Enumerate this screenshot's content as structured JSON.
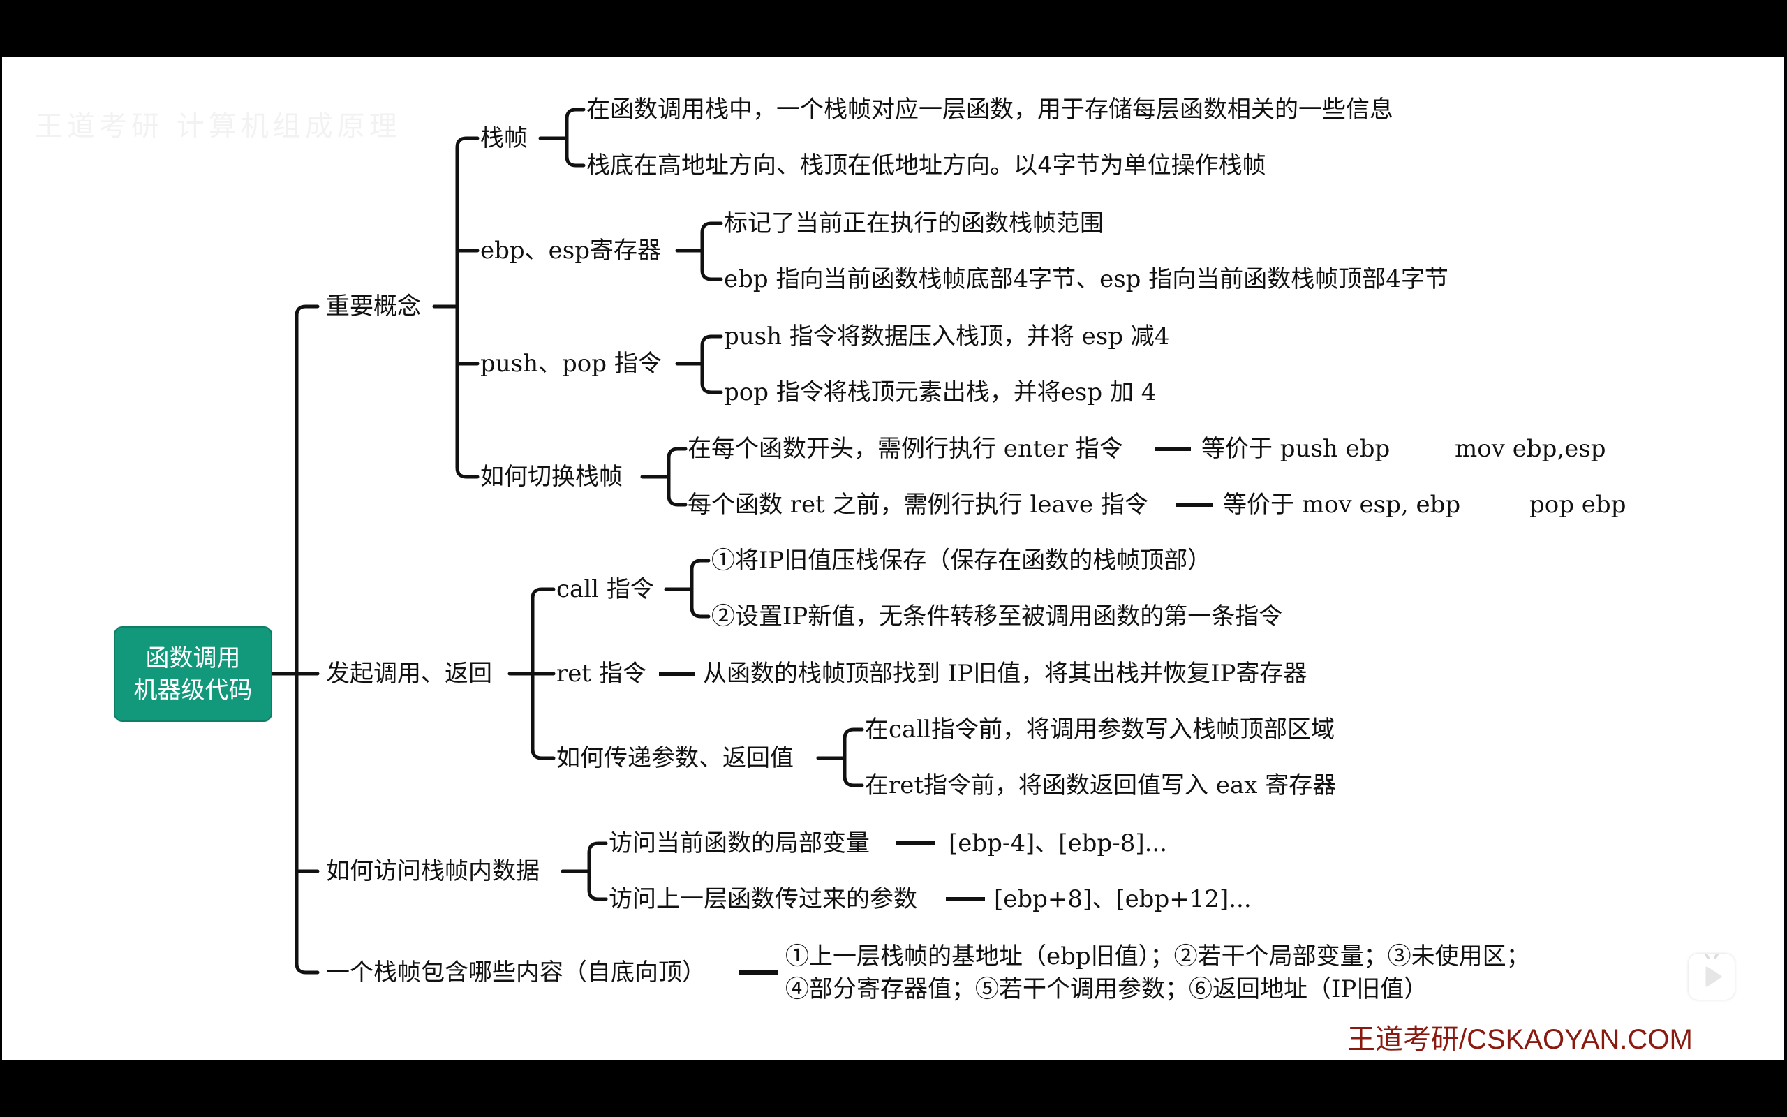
{
  "watermark": "王道考研 计算机组成原理",
  "root": {
    "line1": "函数调用",
    "line2": "机器级代码",
    "color": "#12987a"
  },
  "branches": {
    "concepts": {
      "label": "重要概念",
      "stack_frame": {
        "label": "栈帧",
        "items": [
          "在函数调用栈中，一个栈帧对应一层函数，用于存储每层函数相关的一些信息",
          "栈底在高地址方向、栈顶在低地址方向。以4字节为单位操作栈帧"
        ]
      },
      "registers": {
        "label": "ebp、esp寄存器",
        "items": [
          "标记了当前正在执行的函数栈帧范围",
          "ebp 指向当前函数栈帧底部4字节、esp 指向当前函数栈帧顶部4字节"
        ]
      },
      "push_pop": {
        "label": "push、pop 指令",
        "items": [
          "push 指令将数据压入栈顶，并将 esp 减4",
          "pop 指令将栈顶元素出栈，并将esp 加 4"
        ]
      },
      "switch": {
        "label": "如何切换栈帧",
        "items": [
          {
            "text": "在每个函数开头，需例行执行 enter 指令",
            "equiv": "等价于 push ebp",
            "extra": "mov ebp,esp"
          },
          {
            "text": "每个函数 ret 之前，需例行执行 leave 指令",
            "equiv": "等价于 mov esp, ebp",
            "extra": "pop ebp"
          }
        ]
      }
    },
    "call_return": {
      "label": "发起调用、返回",
      "call": {
        "label": "call 指令",
        "items": [
          "①将IP旧值压栈保存（保存在函数的栈帧顶部）",
          "②设置IP新值，无条件转移至被调用函数的第一条指令"
        ]
      },
      "ret": {
        "label": "ret 指令",
        "item": "从函数的栈帧顶部找到 IP旧值，将其出栈并恢复IP寄存器"
      },
      "params": {
        "label": "如何传递参数、返回值",
        "items": [
          "在call指令前，将调用参数写入栈帧顶部区域",
          "在ret指令前，将函数返回值写入 eax 寄存器"
        ]
      }
    },
    "access": {
      "label": "如何访问栈帧内数据",
      "items": [
        {
          "text": "访问当前函数的局部变量",
          "value": "[ebp-4]、[ebp-8]..."
        },
        {
          "text": "访问上一层函数传过来的参数",
          "value": "[ebp+8]、[ebp+12]..."
        }
      ]
    },
    "contents": {
      "label": "一个栈帧包含哪些内容（自底向顶）",
      "line1": "①上一层栈帧的基地址（ebp旧值）；②若干个局部变量；③未使用区；",
      "line2": "④部分寄存器值；⑤若干个调用参数；⑥返回地址（IP旧值）"
    }
  },
  "footer": {
    "brand": "王道考研/CSKAOYAN.COM",
    "color": "#8a1a10"
  },
  "player_icon": "tv-play-icon"
}
